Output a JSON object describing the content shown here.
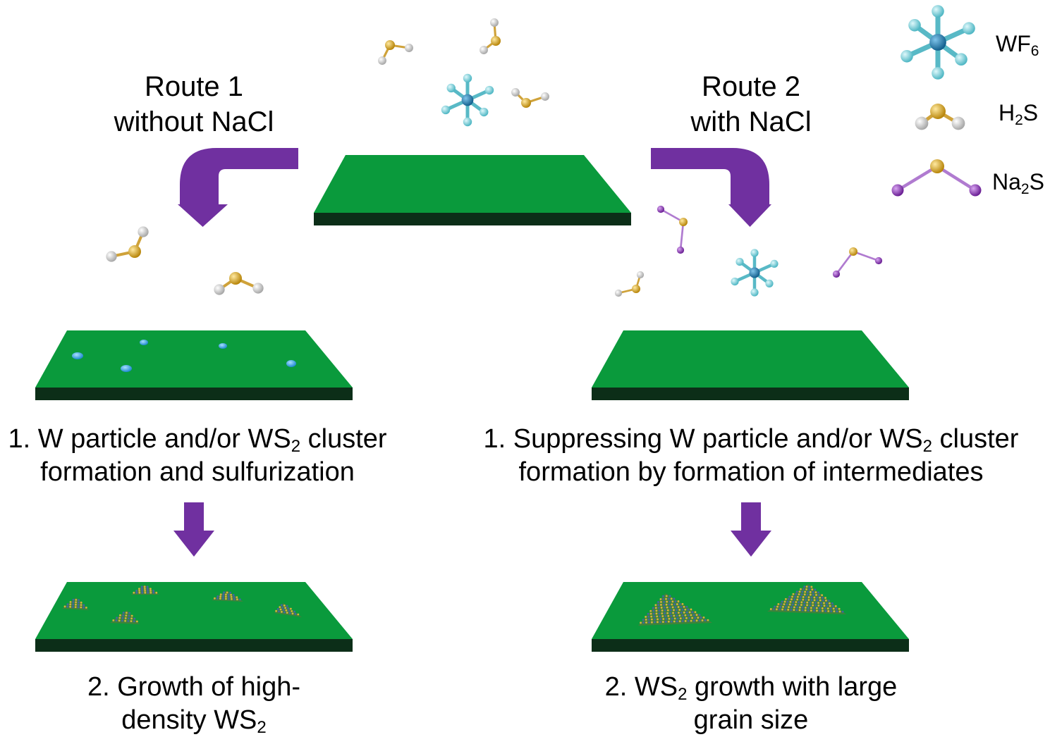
{
  "colors": {
    "substrate_top": "#0a9a3c",
    "substrate_side": "#0c2e18",
    "arrow": "#7030a0",
    "tungsten_atom": "#1f77a8",
    "fluorine_atom": "#79d3dc",
    "sulfur_atom": "#d6a21e",
    "hydrogen_atom": "#e6e6e6",
    "sodium_atom": "#8e3db8",
    "particle": "#3fa7e8"
  },
  "route1": {
    "title_line1": "Route 1",
    "title_line2": "without NaCl",
    "step1": {
      "text_pre": "1. W particle and/or WS",
      "text_sub": "2",
      "text_post": " cluster",
      "line2": "formation and sulfurization"
    },
    "step2": {
      "line1": "2. Growth of high-",
      "line2_pre": "density WS",
      "line2_sub": "2"
    }
  },
  "route2": {
    "title_line1": "Route 2",
    "title_line2": "with NaCl",
    "step1": {
      "text_pre": "1. Suppressing W particle and/or WS",
      "text_sub": "2",
      "text_post": " cluster",
      "line2": "formation by formation of intermediates"
    },
    "step2": {
      "line1_pre": "2. WS",
      "line1_sub": "2",
      "line1_post": " growth with large",
      "line2": "grain size"
    }
  },
  "legend": [
    {
      "molecule": "WF6-molecule-icon",
      "base": "WF",
      "sub": "6",
      "post": ""
    },
    {
      "molecule": "H2S-molecule-icon",
      "base": "H",
      "sub": "2",
      "post": "S"
    },
    {
      "molecule": "Na2S-molecule-icon",
      "base": "Na",
      "sub": "2",
      "post": "S"
    }
  ]
}
